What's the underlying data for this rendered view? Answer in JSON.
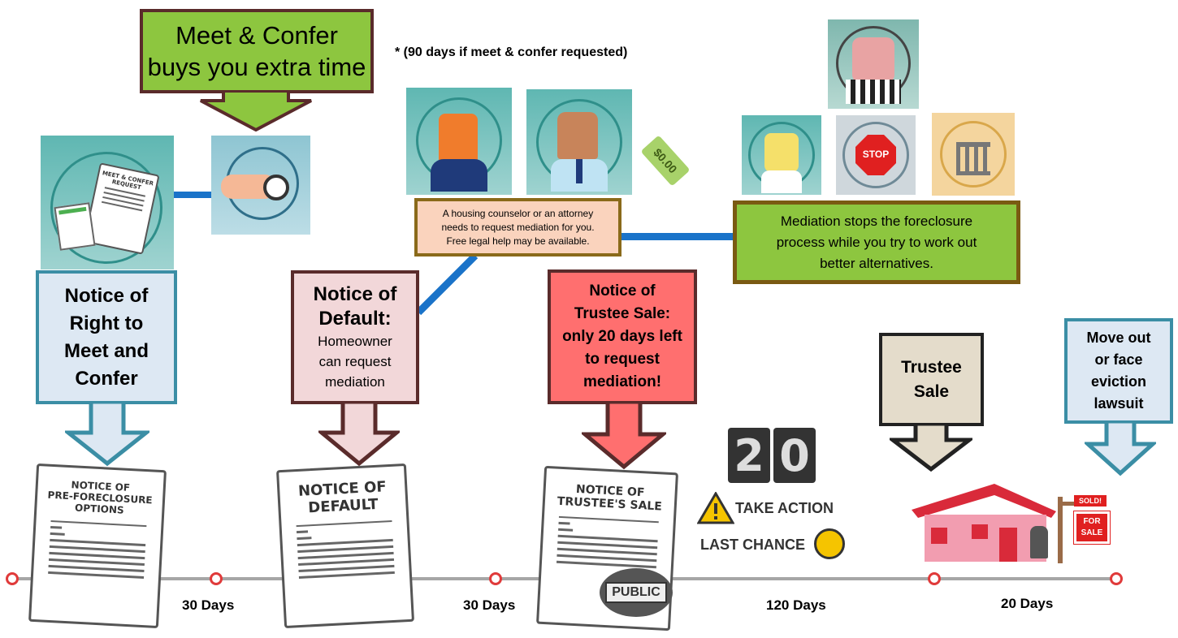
{
  "footnote": "* (90 days if meet & confer requested)",
  "meet_confer_banner": {
    "line1": "Meet & Confer",
    "line2": "buys you extra time"
  },
  "notice_right": {
    "lines": [
      "Notice of",
      "Right to",
      "Meet and",
      "Confer"
    ]
  },
  "notice_default": {
    "title1": "Notice of",
    "title2": "Default:",
    "body": [
      "Homeowner",
      "can request",
      "mediation"
    ]
  },
  "notice_trustee": {
    "lines": [
      "Notice of",
      "Trustee Sale:",
      "only 20 days left",
      "to request",
      "mediation!"
    ]
  },
  "trustee_sale": {
    "lines": [
      "Trustee",
      "Sale"
    ]
  },
  "move_out": {
    "lines": [
      "Move out",
      "or face",
      "eviction",
      "lawsuit"
    ]
  },
  "housing_box": {
    "lines": [
      "A housing counselor or an attorney",
      "needs to request mediation for you.",
      "Free legal help may be available."
    ]
  },
  "mediation_box": {
    "lines": [
      "Mediation stops the foreclosure",
      "process while you try to work out",
      "better alternatives."
    ]
  },
  "docs": {
    "pre_foreclosure": {
      "lines": [
        "NOTICE OF",
        "PRE-FORECLOSURE",
        "OPTIONS"
      ]
    },
    "default": {
      "lines": [
        "NOTICE OF",
        "DEFAULT"
      ]
    },
    "trustee": {
      "lines": [
        "NOTICE OF",
        "TRUSTEE'S SALE"
      ],
      "stamp": "PUBLIC"
    },
    "request": {
      "lines": [
        "MEET & CONFER",
        "REQUEST"
      ]
    }
  },
  "countdown": {
    "digits": [
      "2",
      "0"
    ],
    "take_action": "TAKE ACTION",
    "last_chance": "LAST CHANCE"
  },
  "price_tag": "$0.00",
  "stop_sign": "STOP",
  "house": {
    "sold": "SOLD!",
    "for_sale": [
      "FOR",
      "SALE"
    ]
  },
  "timeline": {
    "intervals": [
      "30 Days",
      "30 Days",
      "120 Days",
      "20 Days"
    ]
  },
  "colors": {
    "green": "#8dc63f",
    "teal_frame": "#3b8ea5",
    "pink": "#f2d7d9",
    "red_callout": "#ff6f6f",
    "tan": "#e4dccb",
    "light_blue": "#dde8f3",
    "timeline": "#a6a6a6",
    "node": "#e03a3a"
  }
}
